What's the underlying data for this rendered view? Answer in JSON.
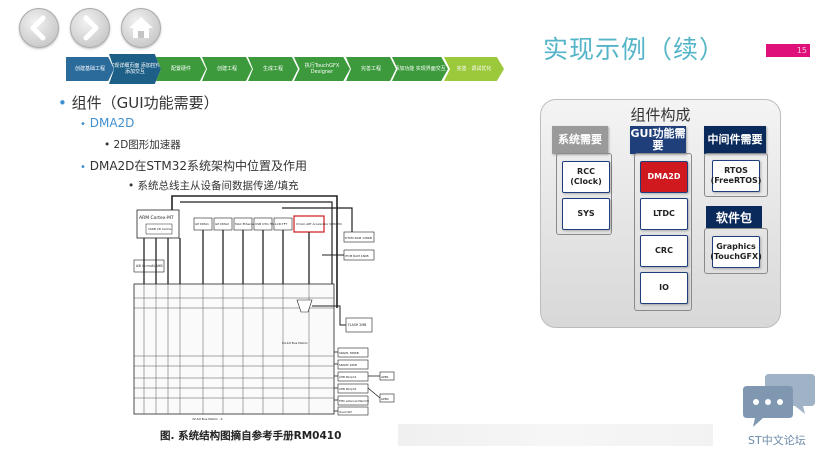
{
  "nav": {
    "back_icon": "chevron-left-icon",
    "forward_icon": "chevron-right-icon",
    "home_icon": "home-icon"
  },
  "progress_steps": [
    {
      "label": "创建基础工程"
    },
    {
      "label": "实现详细页面 添加控件 添加交互"
    },
    {
      "label": "配置硬件"
    },
    {
      "label": "创建工程"
    },
    {
      "label": "生成工程"
    },
    {
      "label": "执行TouchGFX Designer"
    },
    {
      "label": "完善工程"
    },
    {
      "label": "添加功能 实现界面交互"
    },
    {
      "label": "完善 · 调试优化"
    }
  ],
  "slide": {
    "title": "实现示例（续）",
    "page_number": "15"
  },
  "content": {
    "bullet1": "组件（GUI功能需要）",
    "bullet2": "DMA2D",
    "bullet3": "2D图形加速器",
    "bullet4": "DMA2D在STM32系统架构中位置及作用",
    "bullet5": "系统总线主从设备间数据传递/填充",
    "caption": "图. 系统结构图摘自参考手册RM0410"
  },
  "diagram": {
    "cpu": "ARM Cortex-M7",
    "cpu_sub": "16KB I/D Cache",
    "masters": [
      "GP DMA1",
      "GP DMA2",
      "MAC Ethernet",
      "USB OTG HS",
      "LCD-TFT",
      "Chrom-ART Accelerator (DMA2D)"
    ],
    "axi": "AXI to multi-AHB",
    "itcm": "ITCM RAM 16KB",
    "dtcm": "DTCM RAM 128KB",
    "flash": "FLASH 2MB",
    "bus_matrix": "64-bit Bus Matrix",
    "slaves": [
      "SRAM1 368KB",
      "SRAM2 16KB",
      "AHB Periph1",
      "AHB Periph2",
      "FMC external MemCtl",
      "Quad SPI"
    ],
    "apb1": "APB1",
    "apb2": "APB2",
    "bus32": "32-bit Bus Matrix - S"
  },
  "panel": {
    "title": "组件构成",
    "col1_head": "系统需要",
    "col2_head": "GUI功能需要",
    "col3_head": "中间件需要",
    "col1_items": [
      "RCC (Clock)",
      "SYS"
    ],
    "col2_items": [
      "DMA2D",
      "LTDC",
      "CRC",
      "IO"
    ],
    "col3_items": [
      "RTOS (FreeRTOS)"
    ],
    "kb_label": "软件包",
    "kb_items": [
      "Graphics (TouchGFX)"
    ]
  },
  "watermark": {
    "logo_icon": "chat-bubbles-icon",
    "label": "ST中文论坛"
  },
  "colors": {
    "title": "#55b5c8",
    "accent_bar": "#e0107a",
    "chevron": "#3c9a3c",
    "panel_head": "#0b2a5c",
    "dma2d": "#d0181f"
  }
}
